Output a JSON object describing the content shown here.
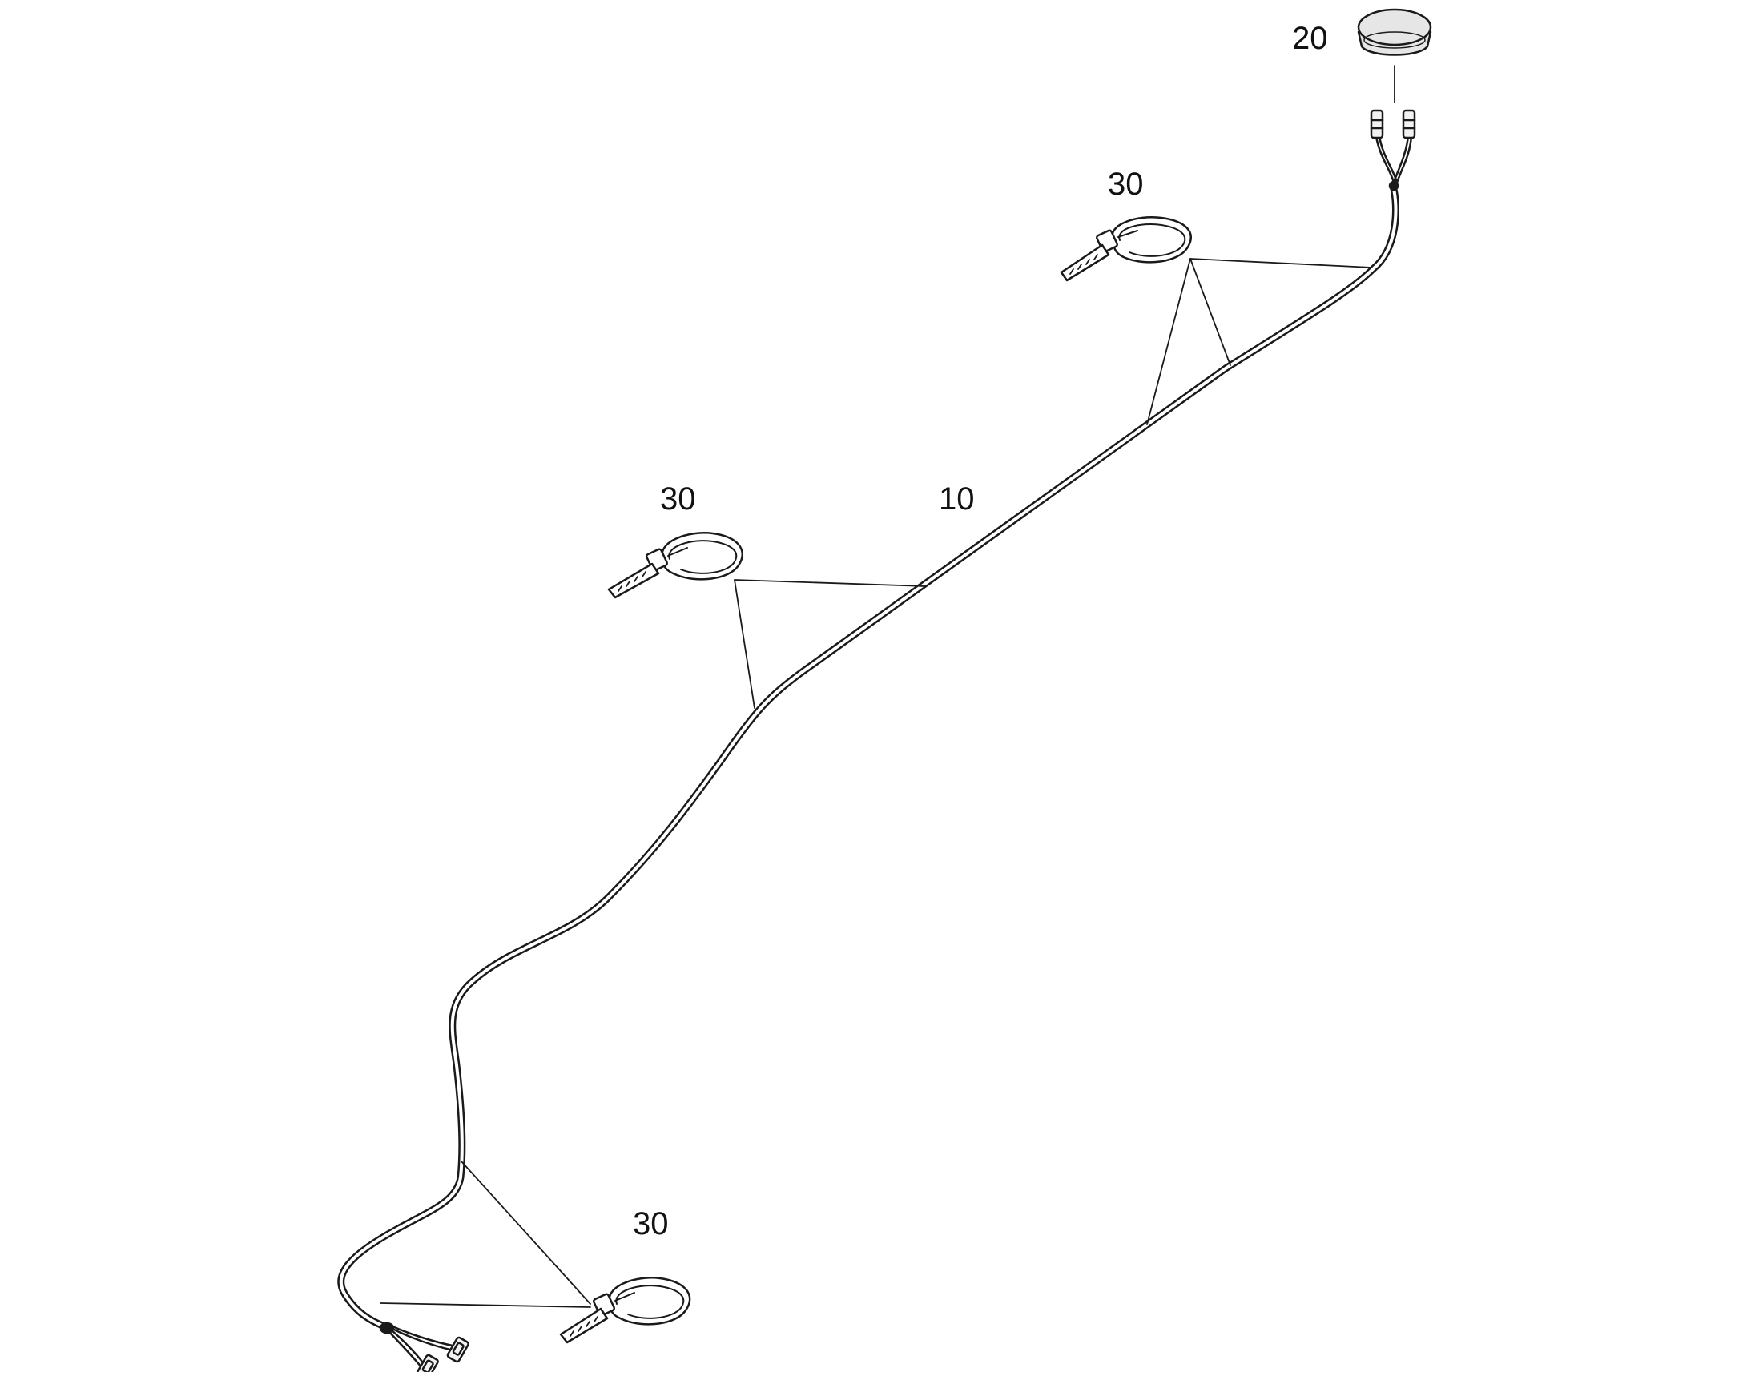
{
  "labels": {
    "cable_harness": "10",
    "grommet": "20",
    "cable_tie_upper_right": "30",
    "cable_tie_middle_left": "30",
    "cable_tie_bottom": "30"
  },
  "colors": {
    "line": "#1a1a1a",
    "background": "#ffffff",
    "grommet_fill": "#e6e6e6",
    "terminal_fill": "#f2f2f2"
  }
}
